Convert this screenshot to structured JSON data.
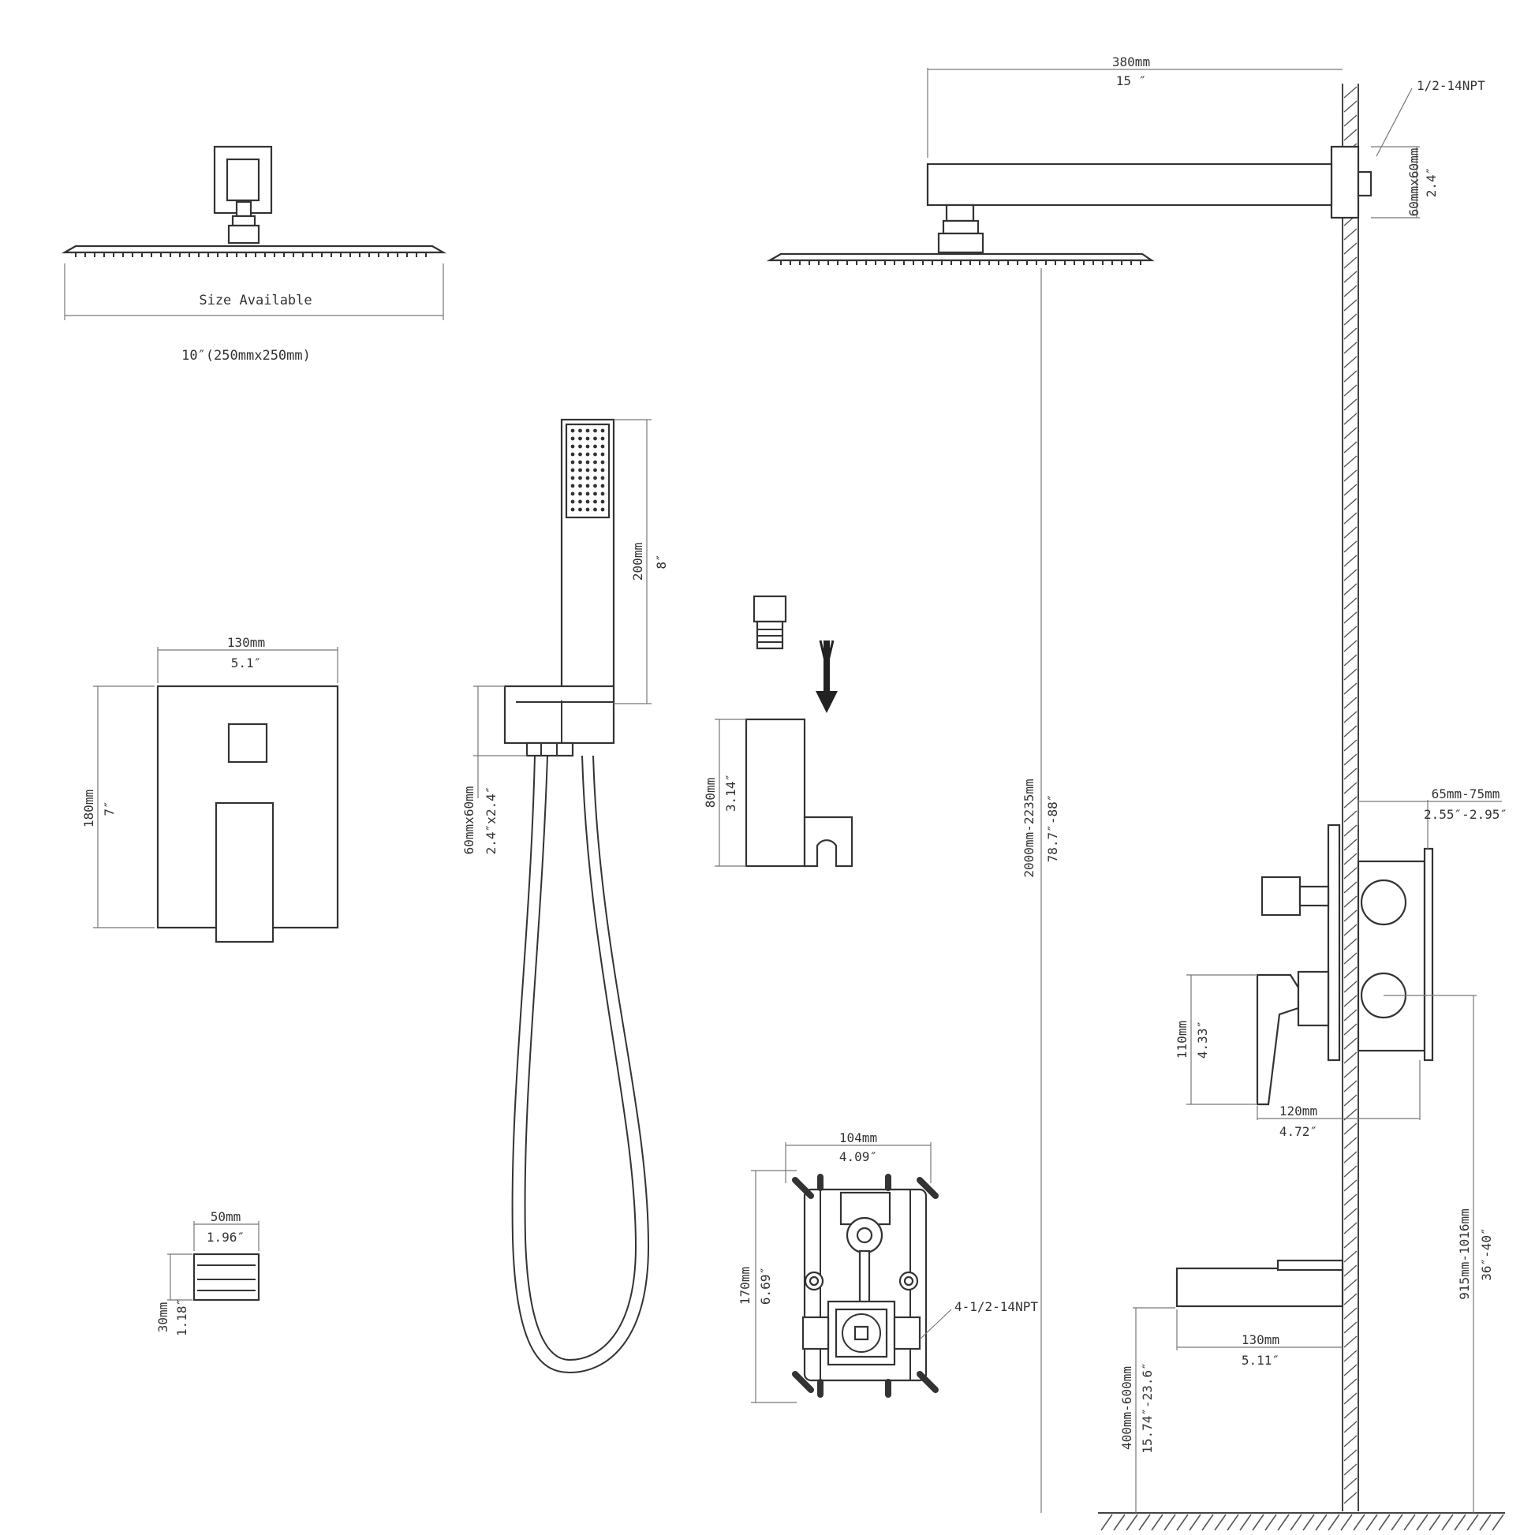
{
  "showerhead_detail": {
    "label": "Size Available",
    "size": "10″(250mmx250mm)"
  },
  "shower_arm": {
    "length_mm": "380mm",
    "length_in": "15 ″",
    "thread": "1/2-14NPT",
    "flange_mm": "60mmx60mm",
    "flange_in": "2.4″"
  },
  "overall_height": {
    "mm": "2000mm-2235mm",
    "in": "78.7″-88″"
  },
  "handheld": {
    "length_mm": "200mm",
    "length_in": "8″",
    "elbow_mm": "60mmx60mm",
    "elbow_in": "2.4″x2.4″"
  },
  "holder": {
    "height_mm": "80mm",
    "height_in": "3.14″"
  },
  "trim_plate": {
    "width_mm": "130mm",
    "width_in": "5.1″",
    "height_mm": "180mm",
    "height_in": "7″"
  },
  "spout_outlet": {
    "width_mm": "50mm",
    "width_in": "1.96″",
    "height_mm": "30mm",
    "height_in": "1.18″"
  },
  "valve_body": {
    "width_mm": "104mm",
    "width_in": "4.09″",
    "height_mm": "170mm",
    "height_in": "6.69″",
    "thread": "4-1/2-14NPT"
  },
  "in_wall": {
    "depth_mm": "65mm-75mm",
    "depth_in": "2.55″-2.95″",
    "handle_mm": "110mm",
    "handle_in": "4.33″",
    "projection_mm": "120mm",
    "projection_in": "4.72″",
    "valve_height_mm": "915mm-1016mm",
    "valve_height_in": "36″-40″"
  },
  "tub_spout": {
    "length_mm": "130mm",
    "length_in": "5.11″",
    "height_mm": "400mm-600mm",
    "height_in": "15.74″-23.6″"
  },
  "colors": {
    "line": "#333333",
    "dim": "#777777",
    "background": "#ffffff"
  }
}
